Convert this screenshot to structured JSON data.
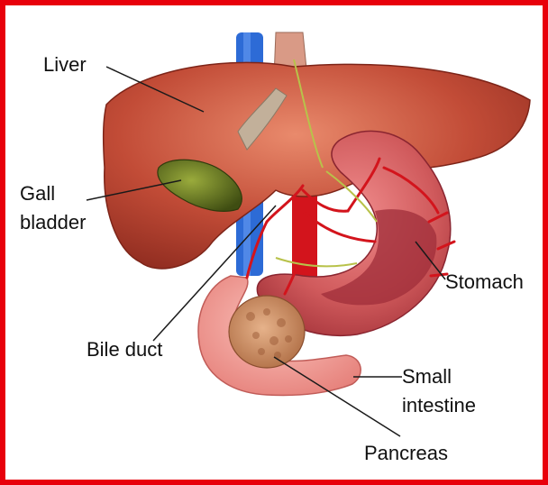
{
  "frame_color": "#e8000b",
  "labels": {
    "liver": "Liver",
    "gall_bladder_line1": "Gall",
    "gall_bladder_line2": "bladder",
    "bile_duct": "Bile duct",
    "stomach": "Stomach",
    "small_intestine_line1": "Small",
    "small_intestine_line2": "intestine",
    "pancreas": "Pancreas"
  },
  "colors": {
    "liver": "#b8402f",
    "gallbladder": "#5d6e1c",
    "stomach": "#c9484f",
    "intestine": "#f19a95",
    "pancreas": "#c98c64",
    "artery": "#d3141c",
    "vein": "#2d6bd6"
  }
}
